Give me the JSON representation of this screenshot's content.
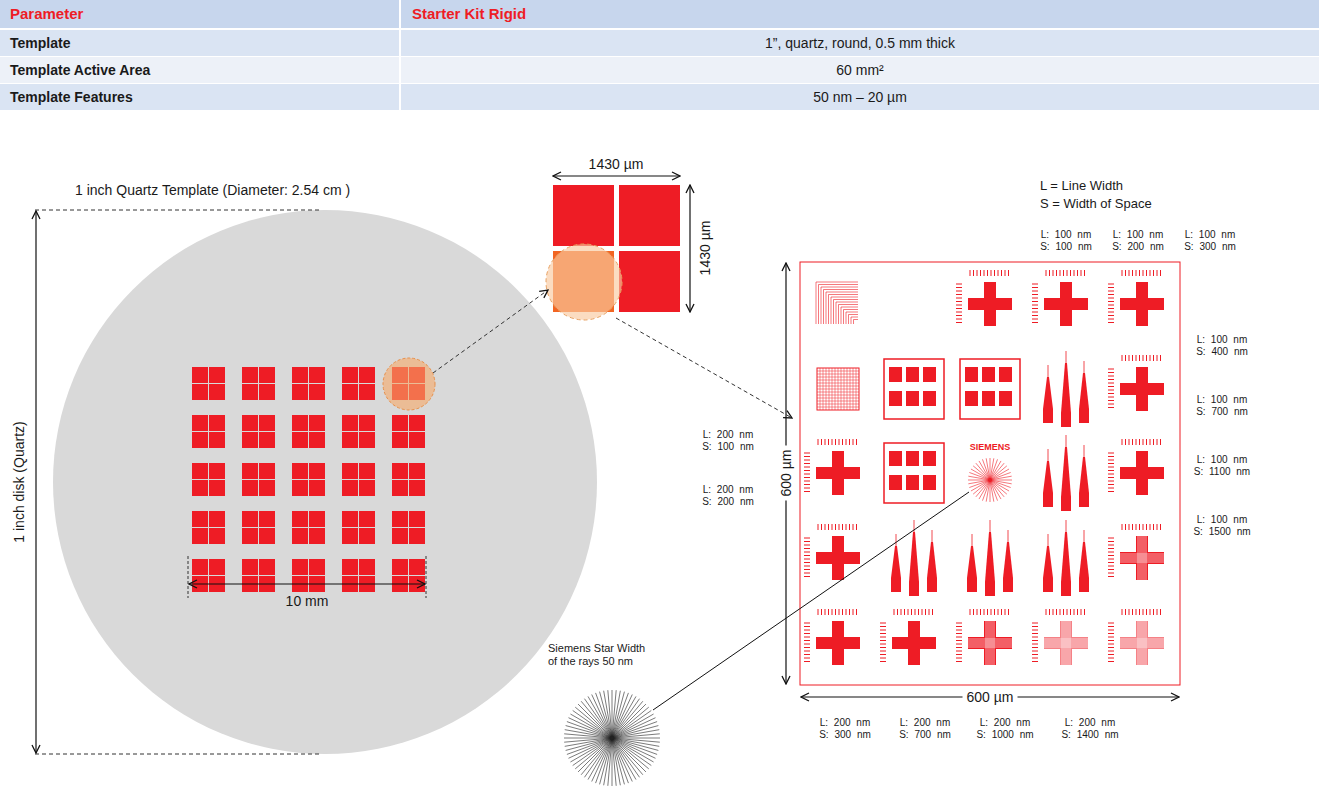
{
  "diagram": {
    "labels": [
      "Parameter",
      "Starter Kit Rigid",
      "Template",
      "1”, quartz, round, 0.5 mm thick",
      "Template Active Area",
      "60 mm²",
      "Template Features",
      "50 nm – 20 µm",
      "1 inch Quartz Template (Diameter: 2.54 cm )",
      "1 inch disk (Quartz)",
      "10 mm",
      "1430 µm",
      "1430 µm",
      "L = Line Width",
      "S = Width of Space",
      "L: 100 nm S: 100 nm",
      "L: 100 nm S: 200 nm",
      "L: 100 nm S: 300 nm",
      "L: 100 nm S: 400 nm",
      "L: 100 nm S: 700 nm",
      "L: 100 nm S: 1100 nm",
      "L: 100 nm S: 1500 nm",
      "L: 200 nm S: 100 nm",
      "L: 200 nm S: 200 nm",
      "600 µm",
      "600 µm",
      "L: 200 nm S: 300 nm",
      "L: 200 nm S: 700 nm",
      "L: 200 nm S: 1000 nm",
      "L: 200 nm S: 1400 nm",
      "Siemens Star Width of the rays 50 nm",
      "SIEMENS"
    ]
  }
}
